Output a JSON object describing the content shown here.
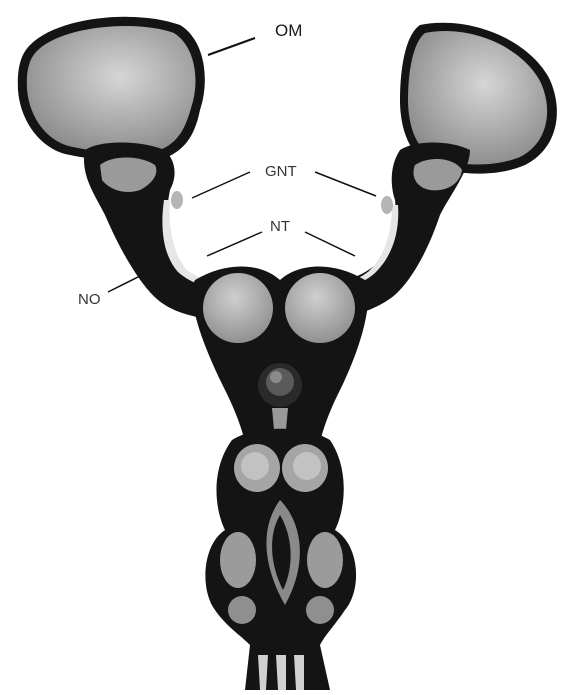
{
  "labels": {
    "om": "OM",
    "gnt": "GNT",
    "nt": "NT",
    "no": "NO"
  },
  "colors": {
    "outline": "#141414",
    "tissue_gray": "#8f8f8f",
    "tissue_light": "#b8b8b8",
    "highlight": "#d9d9d9",
    "background": "#ffffff"
  }
}
